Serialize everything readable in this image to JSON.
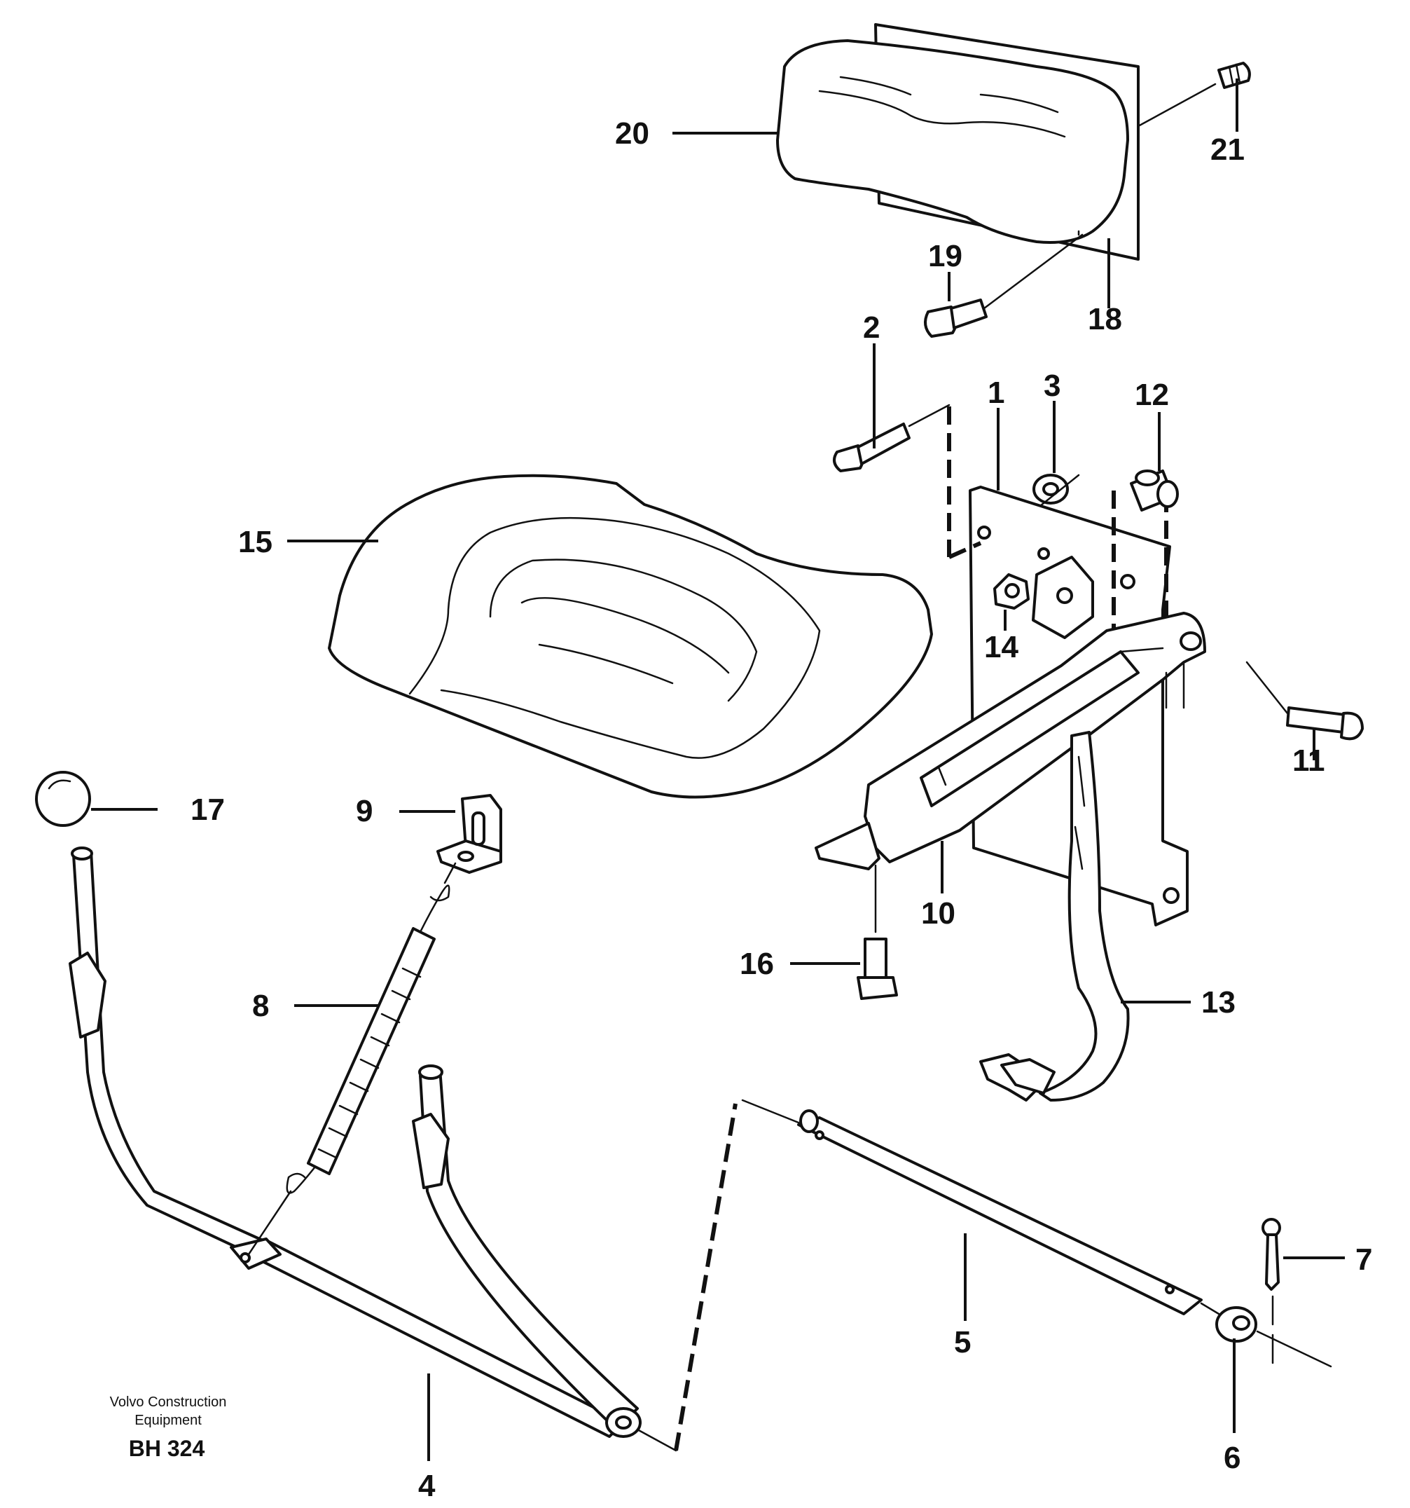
{
  "diagram": {
    "callouts": [
      "1",
      "2",
      "3",
      "4",
      "5",
      "6",
      "7",
      "8",
      "9",
      "10",
      "11",
      "12",
      "13",
      "14",
      "15",
      "16",
      "17",
      "18",
      "19",
      "20",
      "21"
    ]
  },
  "credit": {
    "line1": "Volvo Construction",
    "line2": "Equipment",
    "code": "BH 324"
  }
}
